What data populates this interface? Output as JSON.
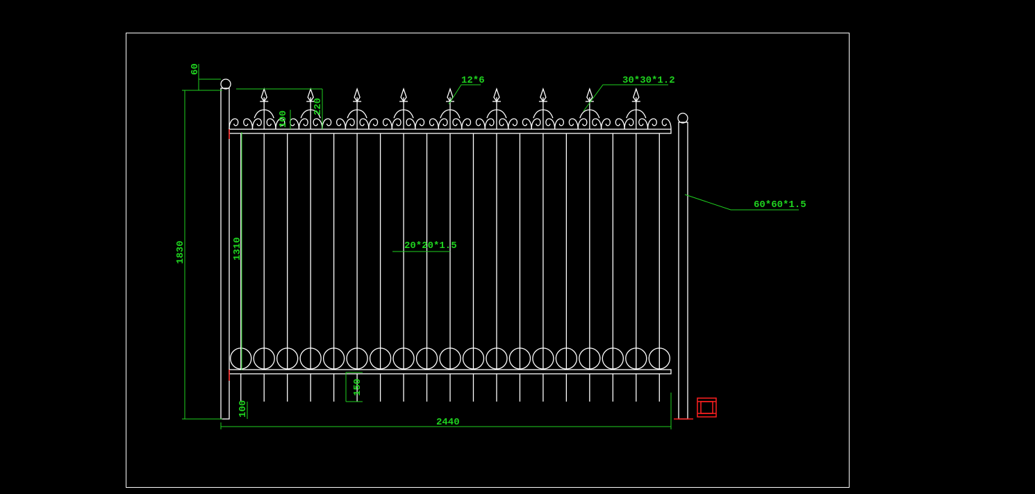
{
  "colors": {
    "background": "#000000",
    "geometry": "#ffffff",
    "dimension": "#1fd21f",
    "accent": "#ff2020"
  },
  "dimensions": {
    "post_cap": "60",
    "top_finial": "220",
    "scroll_height": "100",
    "overall_height": "1830",
    "panel_height": "1310",
    "bottom_spacing": "150",
    "ground_gap": "100",
    "overall_width": "2440"
  },
  "labels": {
    "finial_size": "12*6",
    "rail_size": "30*30*1.2",
    "post_size": "60*60*1.5",
    "picket_size": "20*20*1.5"
  }
}
